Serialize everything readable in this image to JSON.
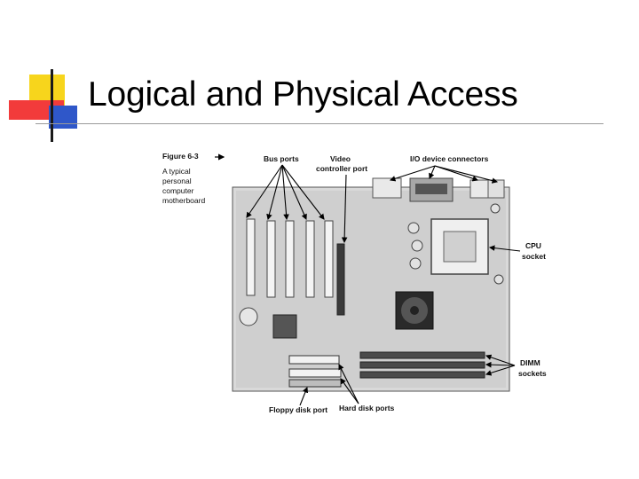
{
  "slide": {
    "title": "Logical and Physical Access"
  },
  "figure": {
    "number": "Figure 6-3",
    "caption_lines": [
      "A typical",
      "personal",
      "computer",
      "motherboard"
    ],
    "callouts": {
      "bus_ports": "Bus ports",
      "video_lines": [
        "Video",
        "controller port"
      ],
      "io_connectors": "I/O device connectors",
      "cpu_lines": [
        "CPU",
        "socket"
      ],
      "dimm_lines": [
        "DIMM",
        "sockets"
      ],
      "floppy": "Floppy disk port",
      "hard_disk": "Hard disk ports"
    }
  },
  "colors": {
    "ornament_yellow": "#f7d51c",
    "ornament_red": "#f23b3b",
    "ornament_blue": "#2f57c9"
  }
}
